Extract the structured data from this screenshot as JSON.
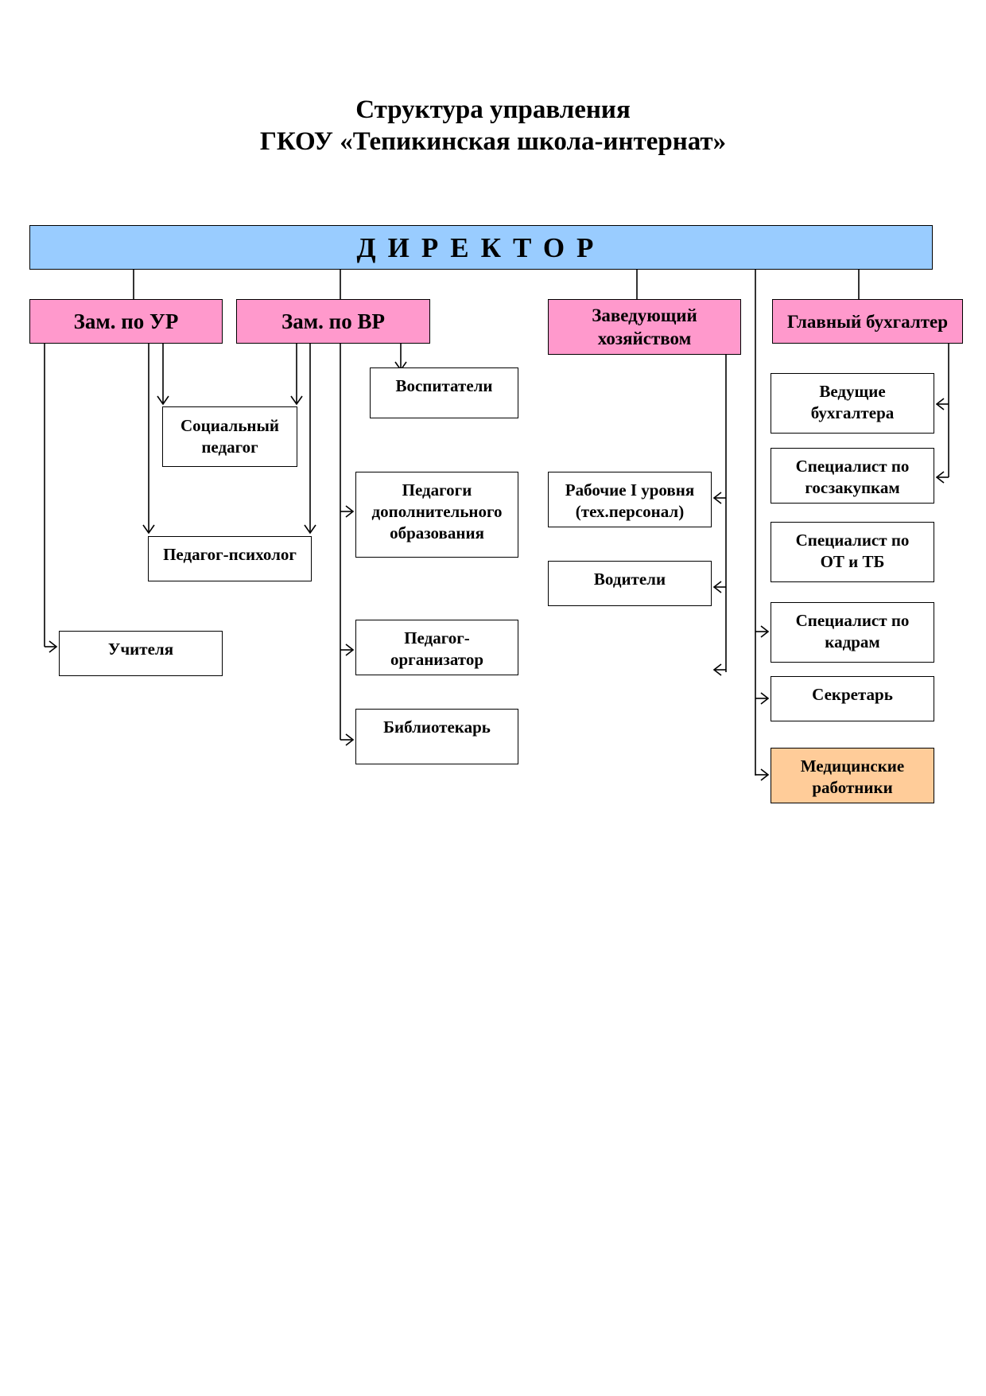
{
  "title": {
    "line1": "Структура управления",
    "line2": "ГКОУ «Тепикинская школа-интернат»"
  },
  "director": "ДИРЕКТОР",
  "deputies": {
    "ur": "Зам. по УР",
    "vr": "Зам. по ВР",
    "household": "Заведующий хозяйством",
    "accountant": "Главный бухгалтер"
  },
  "staff": {
    "social_pedagog": "Социальный педагог",
    "psychologist": "Педагог-психолог",
    "teachers": "Учителя",
    "educators": "Воспитатели",
    "extra_ed": "Педагоги дополнительного образования",
    "organizer": "Педагог-организатор",
    "librarian": "Библиотекарь",
    "workers": "Рабочие I уровня (тех.персонал)",
    "drivers": "Водители",
    "lead_accountants": "Ведущие бухгалтера",
    "procurement": "Специалист по госзакупкам",
    "ot_tb": "Специалист по ОТ и ТБ",
    "hr": "Специалист по кадрам",
    "secretary": "Секретарь",
    "medical": "Медицинские работники"
  },
  "colors": {
    "director": "#99ccff",
    "deputy": "#ff99cc",
    "medical": "#ffcc99",
    "staff": "#ffffff"
  }
}
